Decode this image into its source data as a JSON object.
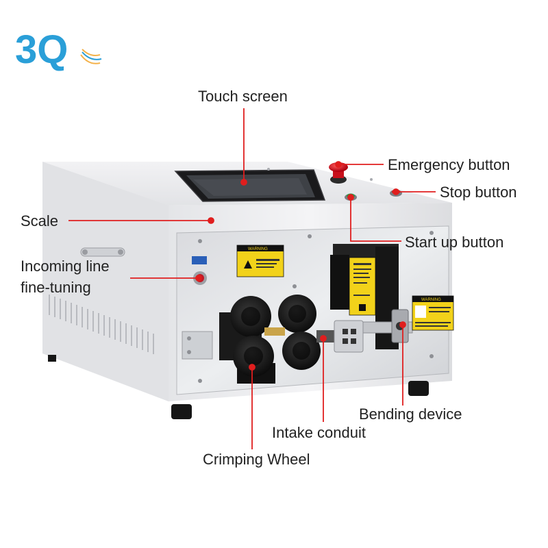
{
  "logo": {
    "text": "3Q",
    "color": "#2a9fd8",
    "accent_color": "#f4b24a"
  },
  "accent_color": "#e01e1e",
  "labels": {
    "touch_screen": "Touch screen",
    "emergency_button": "Emergency button",
    "stop_button": "Stop button",
    "scale": "Scale",
    "start_up_button": "Start up button",
    "incoming_line": "Incoming line",
    "fine_tuning": "fine-tuning",
    "bending_device": "Bending device",
    "intake_conduit": "Intake conduit",
    "crimping_wheel": "Crimping Wheel"
  },
  "warning_labels": {
    "main": "WARNING",
    "side": "WARNING"
  }
}
